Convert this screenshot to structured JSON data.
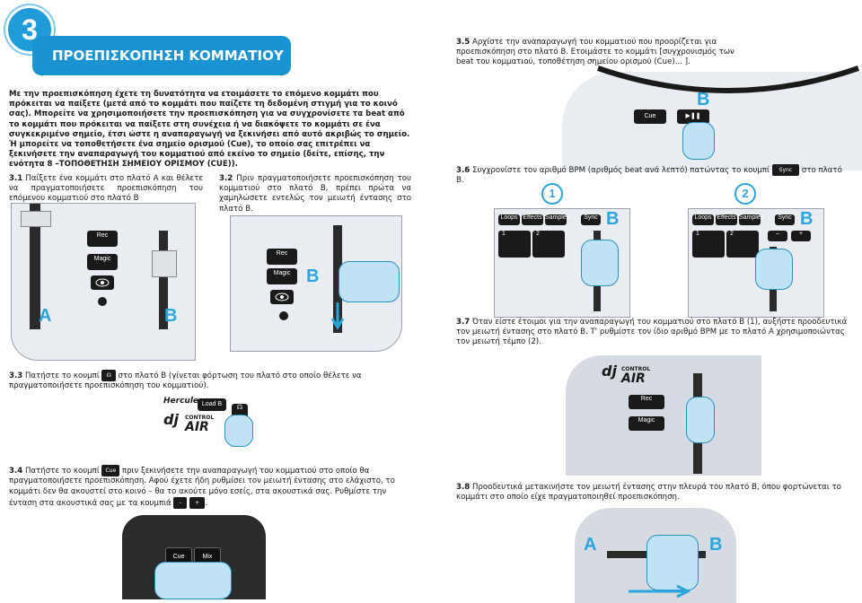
{
  "header": {
    "number": "3",
    "title": "ΠΡΟΕΠΙΣΚΟΠΗΣΗ ΚΟΜΜΑΤΙΟΥ"
  },
  "intro": {
    "paragraph": "Με την προεπισκόπηση έχετε τη δυνατότητα να ετοιμάσετε το επόμενο κομμάτι που πρόκειται να παίξετε (μετά από το κομμάτι που παίζετε τη δεδομένη στιγμή για το κοινό σας). Μπορείτε να χρησιμοποιήσετε την προεπισκόπηση για να συγχρονίσετε τα beat από το κομμάτι που πρόκειται να παίξετε στη συνέχεια ή να διακόψετε το κομμάτι σε ένα συγκεκριμένο σημείο, έτσι ώστε η αναπαραγωγή να ξεκινήσει από αυτό ακριβώς το σημείο. Ή μπορείτε να τοποθετήσετε ένα σημείο ορισμού (Cue), το οποίο σας επιτρέπει να ξεκινήσετε την αναπαραγωγή του κομματιού από εκείνο το σημείο (δείτε, επίσης, την ενότητα 8 –ΤΟΠΟΘΕΤΗΣΗ ΣΗΜΕΙΟΥ ΟΡΙΣΜΟΥ (CUE))."
  },
  "steps": {
    "s31": {
      "num": "3.1",
      "text": "Παίξετε ένα κομμάτι στο πλατό A και θέλετε να πραγματοποιήσετε προεπισκόπηση του επόμενου κομματιού στο πλατό B"
    },
    "s32": {
      "num": "3.2",
      "text": "Πριν πραγματοποιήσετε προεπισκόπηση του κομματιού στο πλατό B, πρέπει πρώτα να χαμηλώσετε εντελώς τον μειωτή έντασης στο πλατό B."
    },
    "s33": {
      "num": "3.3",
      "text_before": "Πατήστε το κουμπί",
      "text_after": "στο πλατό B (γίνεται φόρτωση του πλατό στο οποίο θέλετε να πραγματοποιήσετε προεπισκόπηση του κομματιού)."
    },
    "s34": {
      "num": "3.4",
      "text_before": "Πατήστε το κουμπί",
      "key": "Cue",
      "text_after": "πριν ξεκινήσετε την αναπαραγωγή του κομματιού στο οποίο θα πραγματοποιήσετε προεπισκόπηση. Αφού έχετε ήδη ρυθμίσει τον μειωτή έντασης στο ελάχιστο, το κομμάτι δεν θα ακουστεί στο κοινό – θα το ακούτε μόνο εσείς, στα ακουστικά σας. Ρυθμίστε την ένταση στα ακουστικά σας με τα κουμπιά",
      "minus": "–",
      "plus": "+",
      "end": "."
    },
    "s35": {
      "num": "3.5",
      "text": "Αρχίστε την αναπαραγωγή του κομματιού που προορίζεται για προεπισκόπηση στο πλατό B. Ετοιμάστε το κομμάτι [συγχρονισμός των beat του κομματιού, τοποθέτηση σημείου ορισμού (Cue)... ]."
    },
    "s36": {
      "num": "3.6",
      "text_before": "Συγχρονίστε τον αριθμό BPM (αριθμός beat ανά λεπτό) πατώντας το κουμπί",
      "key": "Sync",
      "text_after": "στο πλατό B."
    },
    "s37": {
      "num": "3.7",
      "text": "Όταν είστε έτοιμοι για την αναπαραγωγή του κομματιού στο πλατό B (1), αυξήστε προοδευτικά τον μειωτή έντασης στο πλατό B. Τ' ρυθμίστε τον ίδιο αριθμό BPM με το πλατό A χρησιμοποιώντας τον μειωτή τέμπο (2)."
    },
    "s38": {
      "num": "3.8",
      "text": "Προοδευτικά μετακινήστε τον μειωτή έντασης στην πλευρά του πλατό B, όπου φορτώνεται το κομμάτι στο οποίο είχε πραγματοποιηθεί προεπισκόπηση."
    }
  },
  "labels": {
    "deck_a": "A",
    "deck_b": "B",
    "rec": "Rec",
    "magic": "Magic",
    "cue": "Cue",
    "mix": "Mix",
    "load_b": "Load B",
    "loops": "Loops",
    "effects": "Effects",
    "samples": "Samples",
    "sync": "Sync",
    "pad1": "1",
    "pad2": "2",
    "minus": "–",
    "plus": "+",
    "circle1": "1",
    "circle2": "2",
    "brand_hercules": "Hercules",
    "brand_dj": "dj",
    "brand_control": "CONTROL",
    "brand_air": "AIR"
  },
  "colors": {
    "accent": "#1a93d2",
    "label_blue": "#2aa6dd",
    "panel": "#e9edf2",
    "button_dark": "#1a1a1a"
  }
}
